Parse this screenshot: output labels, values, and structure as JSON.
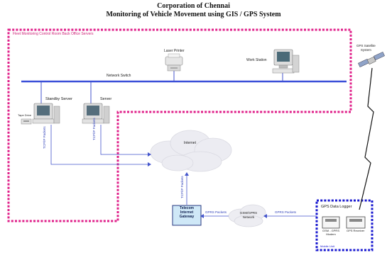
{
  "title": {
    "line1": "Corporation of  Chennai",
    "line2": "Monitoring of Vehicle Movement using GIS / GPS System"
  },
  "regions": {
    "control_room": "Fleet Monitoring Control Room Back Office Servers",
    "mobile_unit": "Mobile Unit"
  },
  "nodes": {
    "laser_printer": "Laser Printer",
    "work_station": "Work Station",
    "network_switch": "Network Switch",
    "standby_server": "Standby  Server",
    "server": "Server",
    "tape_drive": "Tape Drive",
    "internet": "Internet",
    "telecom_gateway": [
      "Telecom",
      "Internet",
      "Gateway"
    ],
    "gsm_network": [
      "GSM/GPRS",
      "Network"
    ],
    "gps_satellite": [
      "GPS Satellite",
      "System"
    ],
    "gps_data_logger": "GPS Data Logger",
    "gsm_modem": [
      "GSM - GPRS",
      "Modem"
    ],
    "gps_receiver": "GPS Receiver"
  },
  "links": {
    "tcpip_standby": "TCP/IP Packets",
    "tcpip_server": "TCP/IP Packets",
    "tcpip_gateway": "TCP/IP Packets",
    "gprs_left": "GPRS Packets",
    "gprs_right": "GPRS Packets"
  },
  "colors": {
    "control_room_border": "#e0208a",
    "mobile_unit_border": "#1a1ad0",
    "lan_line": "#3a4fd8",
    "link_line": "#4455cc",
    "gateway_fill": "#cfe8f7"
  }
}
